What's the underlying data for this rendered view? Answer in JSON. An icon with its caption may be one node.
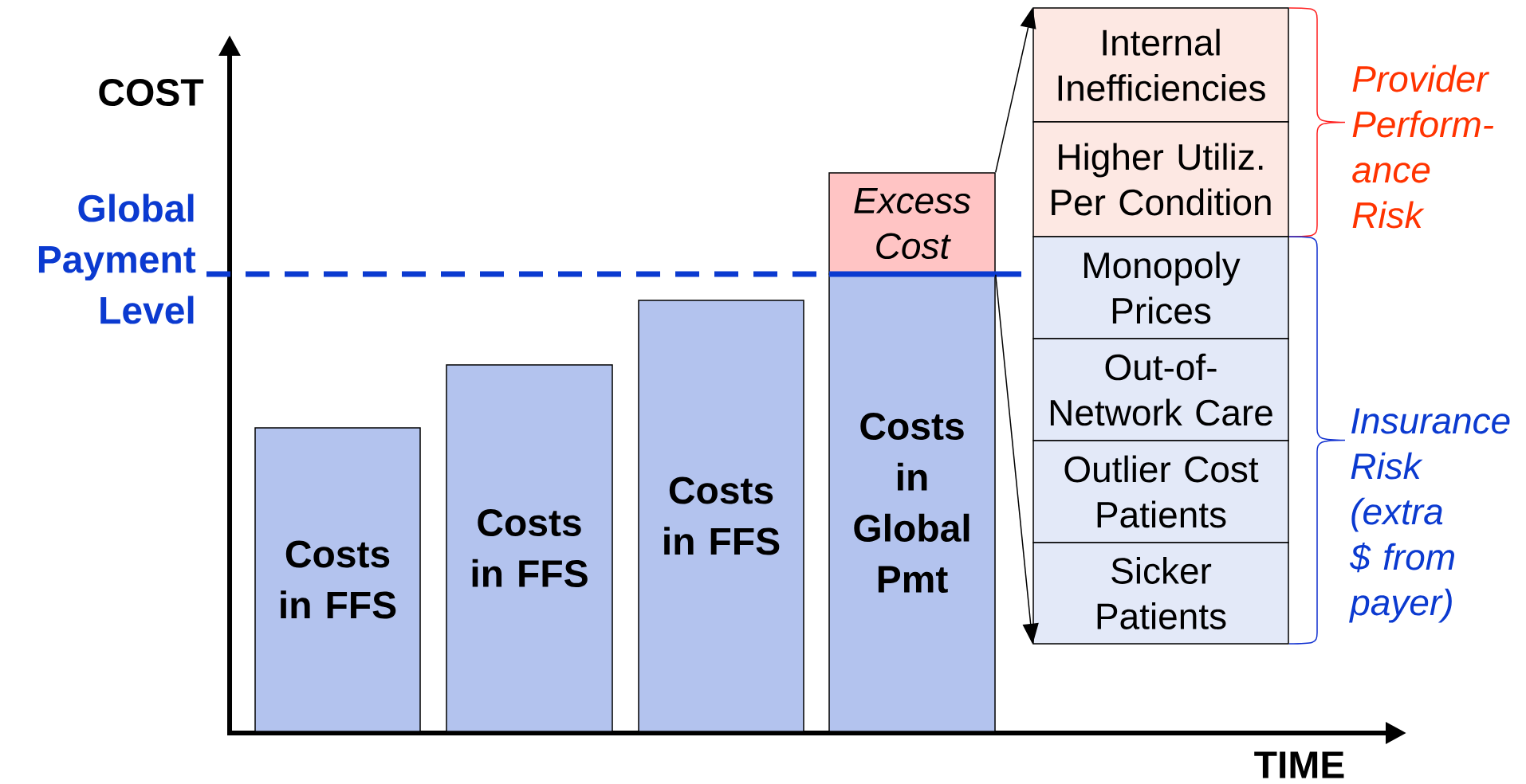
{
  "diagram": {
    "nodes": [
      {
        "text": [
          "Costs in FFS"
        ]
      },
      {
        "text": [
          "Costs in FFS"
        ]
      },
      {
        "text": [
          "Costs in FFS"
        ]
      },
      {
        "text": [
          "Excess Cost"
        ]
      },
      {
        "text": [
          "Costs in Global Pmt"
        ]
      },
      {
        "text": [
          "Internal Inefficiencies"
        ]
      },
      {
        "text": [
          "Higher Utiliz. Per Condition"
        ]
      },
      {
        "text": [
          "Monopoly Prices"
        ]
      },
      {
        "text": [
          "Out-of-Network Care"
        ]
      },
      {
        "text": [
          "Outlier Cost Patients"
        ]
      },
      {
        "text": [
          "Sicker Patients"
        ]
      }
    ],
    "edges": [
      {
        "from": 3,
        "to": 5,
        "arrow": "to"
      },
      {
        "from": 3,
        "to": 10,
        "arrow": "to"
      }
    ],
    "labels": [
      "COST",
      "Global Payment Level",
      "Provider Perform-ance Risk",
      "Insurance Risk (extra $ from payer)",
      "TIME"
    ]
  }
}
